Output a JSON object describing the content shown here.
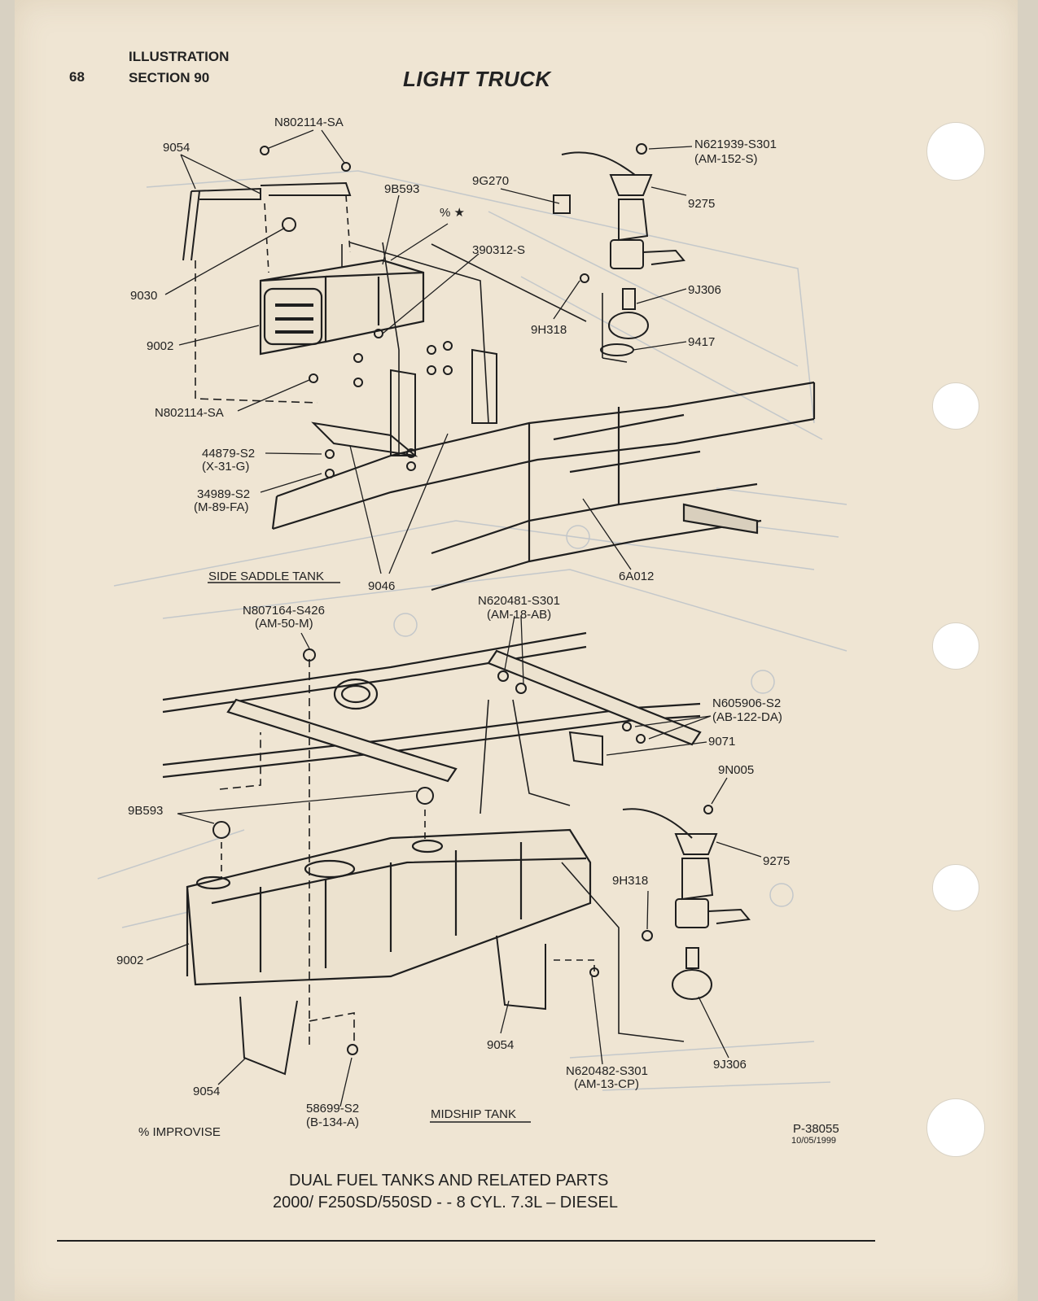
{
  "header": {
    "page_number": "68",
    "line1": "ILLUSTRATION",
    "line2": "SECTION 90",
    "title": "LIGHT TRUCK"
  },
  "views": {
    "top": "SIDE SADDLE TANK",
    "bottom": "MIDSHIP TANK"
  },
  "legend": {
    "improvise": "% IMPROVISE"
  },
  "ref": {
    "number": "P-38055",
    "date": "10/05/1999"
  },
  "caption": {
    "line1": "DUAL FUEL TANKS AND RELATED PARTS",
    "line2": "2000/ F250SD/550SD - - 8 CYL. 7.3L – DIESEL"
  },
  "callouts": {
    "n802114_top": "N802114-SA",
    "p9054_top": "9054",
    "n621939": "N621939-S301",
    "am152": "(AM-152-S)",
    "p9g270": "9G270",
    "p9b593_top": "9B593",
    "sym": "% ★",
    "p9275_top": "9275",
    "p390312": "390312-S",
    "p9030": "9030",
    "p9j306_top": "9J306",
    "p9h318_top": "9H318",
    "p9417": "9417",
    "p9002_top": "9002",
    "n802114_low": "N802114-SA",
    "p44879": "44879-S2",
    "x31g": "(X-31-G)",
    "p34989": "34989-S2",
    "m89fa": "(M-89-FA)",
    "p6a012": "6A012",
    "p9046": "9046",
    "n807164": "N807164-S426",
    "am50m": "(AM-50-M)",
    "n620481": "N620481-S301",
    "am18ab": "(AM-18-AB)",
    "n605906": "N605906-S2",
    "ab122da": "(AB-122-DA)",
    "p9071": "9071",
    "p9n005": "9N005",
    "p9b593_bot": "9B593",
    "p9275_bot": "9275",
    "p9h318_bot": "9H318",
    "p9002_bot": "9002",
    "p9054_mid": "9054",
    "n620482": "N620482-S301",
    "am13cp": "(AM-13-CP)",
    "p9j306_bot": "9J306",
    "p9054_bot": "9054",
    "p58699": "58699-S2",
    "b134a": "(B-134-A)"
  }
}
